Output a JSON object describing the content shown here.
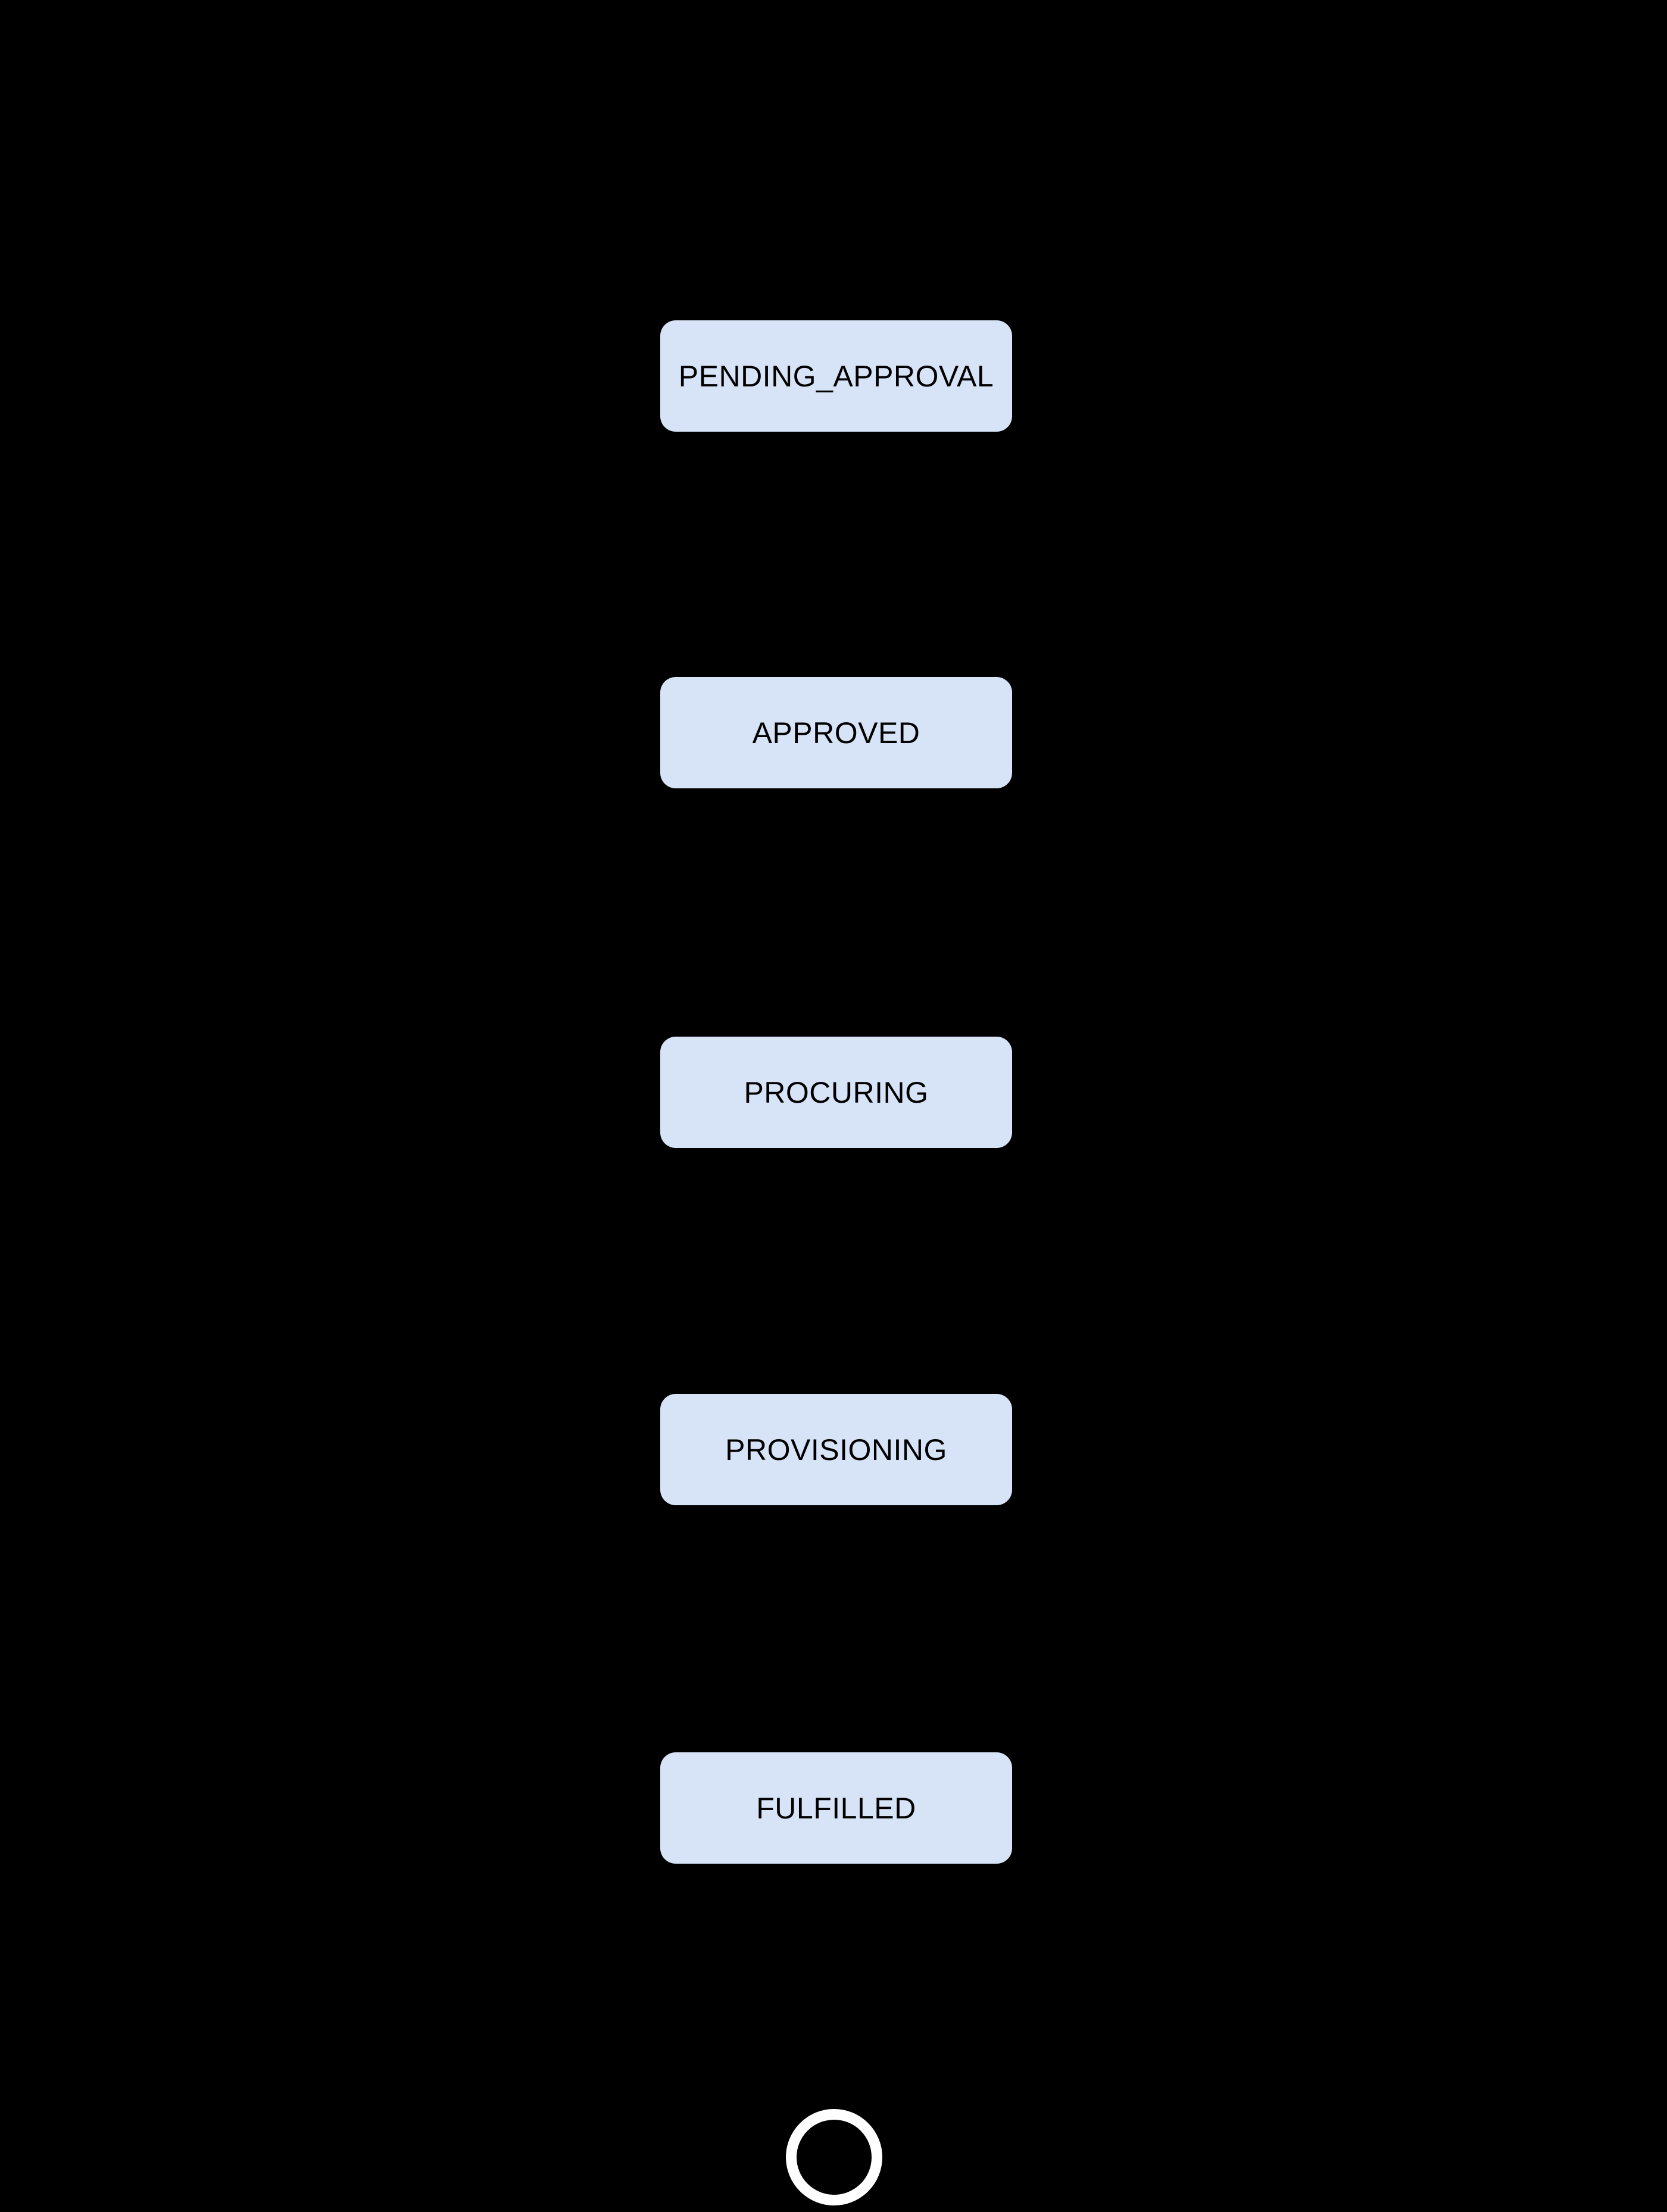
{
  "diagram": {
    "type": "state-diagram",
    "orientation": "vertical",
    "colors": {
      "bg": "#000000",
      "node_fill": "#d7e4f8",
      "node_text": "#000000",
      "ring": "#ffffff"
    },
    "states": [
      {
        "id": "pending_approval",
        "label": "PENDING_APPROVAL"
      },
      {
        "id": "approved",
        "label": "APPROVED"
      },
      {
        "id": "procuring",
        "label": "PROCURING"
      },
      {
        "id": "provisioning",
        "label": "PROVISIONING"
      },
      {
        "id": "fulfilled",
        "label": "FULFILLED"
      }
    ],
    "end_state": {
      "id": "final",
      "symbol": "final-state-ring"
    }
  }
}
